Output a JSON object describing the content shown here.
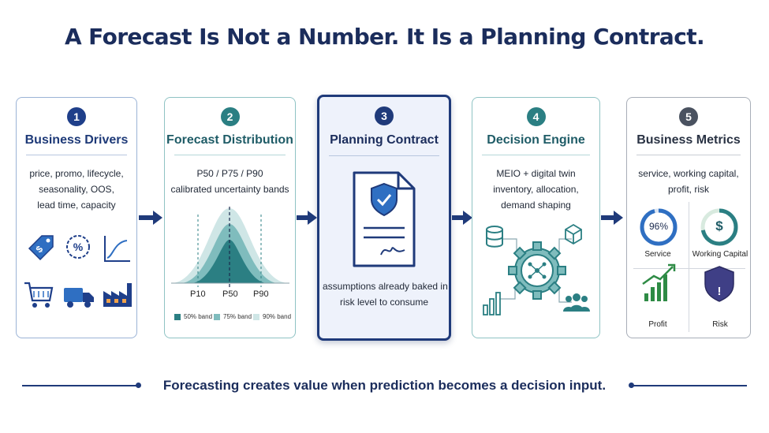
{
  "title": "A Forecast Is Not a Number. It Is a Planning Contract.",
  "steps": [
    {
      "number": "1",
      "title": "Business Drivers",
      "lines": [
        "price, promo, lifecycle,",
        "seasonality, OOS,",
        "lead time, capacity"
      ]
    },
    {
      "number": "2",
      "title": "Forecast Distribution",
      "lines": [
        "P50 / P75 / P90",
        "calibrated uncertainty bands"
      ],
      "ticks": [
        "P10",
        "P50",
        "P90"
      ],
      "legend": [
        "50% band",
        "75% band",
        "90% band"
      ]
    },
    {
      "number": "3",
      "title": "Planning Contract",
      "lines": [
        "assumptions already baked in",
        "risk level to consume"
      ]
    },
    {
      "number": "4",
      "title": "Decision Engine",
      "lines": [
        "MEIO + digital twin",
        "inventory, allocation,",
        "demand shaping"
      ]
    },
    {
      "number": "5",
      "title": "Business Metrics",
      "lines": [
        "service, working capital,",
        "profit, risk"
      ],
      "metrics": [
        {
          "label": "Service",
          "value": "96%",
          "icon": "gauge-icon"
        },
        {
          "label": "Working Capital",
          "value": "$",
          "icon": "dollar-ring-icon"
        },
        {
          "label": "Profit",
          "icon": "bar-chart-up-icon"
        },
        {
          "label": "Risk",
          "value": "!",
          "icon": "warning-shield-icon"
        }
      ]
    }
  ],
  "footer": "Forecasting creates value when prediction becomes a decision input.",
  "colors": {
    "navy": "#1f3a7a",
    "teal": "#2b7f83",
    "gray": "#4a5260",
    "green": "#2e8b45"
  }
}
